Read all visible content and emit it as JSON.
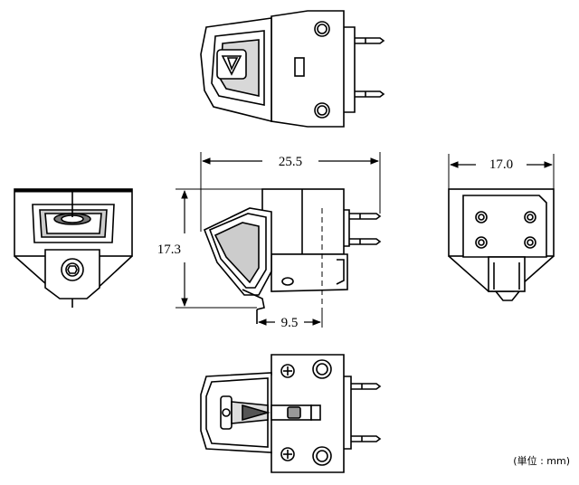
{
  "dimensions": {
    "width_total": "25.5",
    "body_width": "17.0",
    "height": "17.3",
    "stylus_offset": "9.5"
  },
  "unit_note": "(単位 : mm)"
}
